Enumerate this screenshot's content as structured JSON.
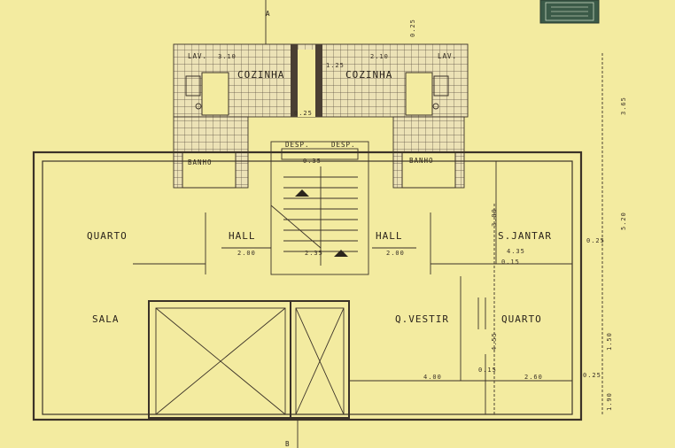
{
  "labels": {
    "section_top": "A",
    "section_bottom": "B",
    "kitchen_left": "COZINHA",
    "kitchen_right": "COZINHA",
    "lav_left": "LAV.",
    "lav_right": "LAV.",
    "bath_left": "BANHO",
    "bath_right": "BANHO",
    "desp_left": "DESP.",
    "desp_right": "DESP.",
    "quarto_left": "QUARTO",
    "quarto_right": "QUARTO",
    "hall_left": "HALL",
    "hall_right": "HALL",
    "sala": "SALA",
    "jantar": "S.JANTAR",
    "vestir": "Q.VESTIR"
  },
  "dimensions": {
    "d_2_00_left": "2.00",
    "d_2_00_right": "2.00",
    "d_2_35": "2.35",
    "d_0_25_top": "0.25",
    "d_3_65": "3.65",
    "d_5_20": "5.20",
    "d_0_25_mid": "0.25",
    "d_3_00": "3.00",
    "d_4_35": "4.35",
    "d_1_50": "1.50",
    "d_4_55": "4.55",
    "d_0_15_a": "0.15",
    "d_0_15_b": "0.15",
    "d_4_00": "4.00",
    "d_2_60": "2.60",
    "d_0_25_low": "0.25",
    "d_1_90": "1.90",
    "d_0_35": "0.35",
    "d_0_25_s": "0.25",
    "d_1_25": "1.25",
    "d_3_10": "3.10",
    "d_2_10": "2.10"
  }
}
